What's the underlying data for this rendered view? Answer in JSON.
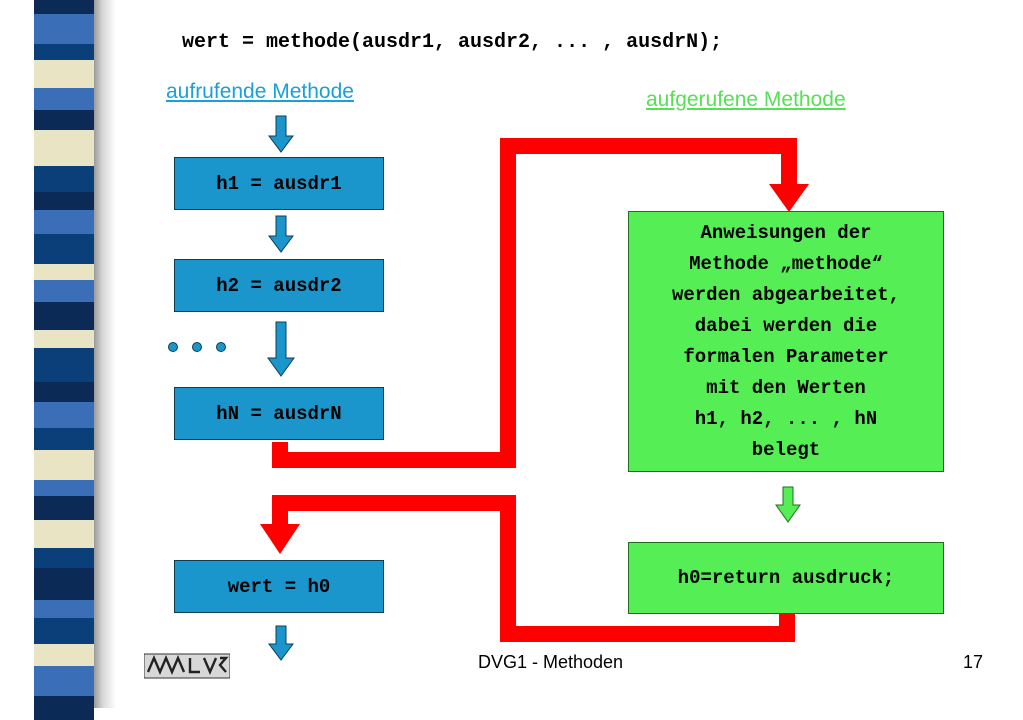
{
  "headline": "wert = methode(ausdr1, ausdr2, ... , ausdrN);",
  "labels": {
    "caller": "aufrufende Methode",
    "callee": "aufgerufene Methode"
  },
  "caller_steps": [
    "h1 = ausdr1",
    "h2 = ausdr2",
    "hN = ausdrN",
    "wert = h0"
  ],
  "ellipsis": "...",
  "callee_body": {
    "lines": [
      "Anweisungen der",
      "Methode „methode“",
      "werden abgearbeitet,",
      "dabei werden die",
      "formalen Parameter",
      "mit den Werten",
      "h1, h2, ... , hN",
      "belegt"
    ]
  },
  "return_statement": "h0=return ausdruck;",
  "footer": {
    "title": "DVG1 - Methoden",
    "page": "17"
  },
  "colors": {
    "caller_box": "#1a96cc",
    "callee_box": "#55ee55",
    "flow_arrow": "#ff0000",
    "caller_link": "#1aa0d8",
    "callee_link": "#55e055"
  }
}
